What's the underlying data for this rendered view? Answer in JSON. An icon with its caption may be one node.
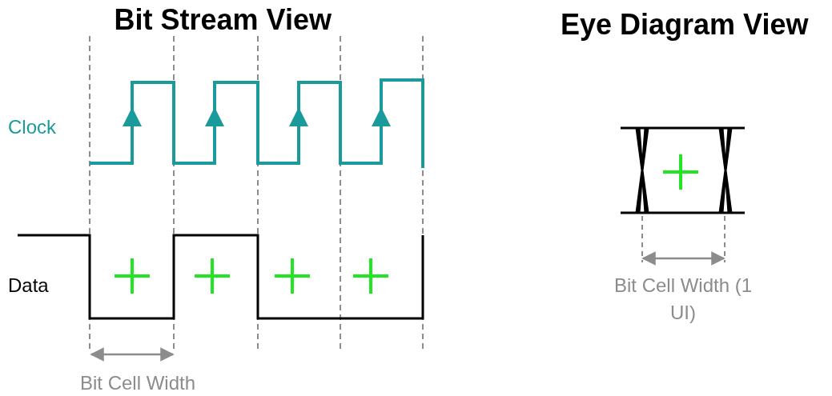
{
  "diagram": {
    "labels": [
      "Bit Stream View",
      "Eye Diagram View",
      "Clock",
      "Data",
      "Bit Cell Width",
      "Bit Cell Width (1 UI)"
    ]
  }
}
